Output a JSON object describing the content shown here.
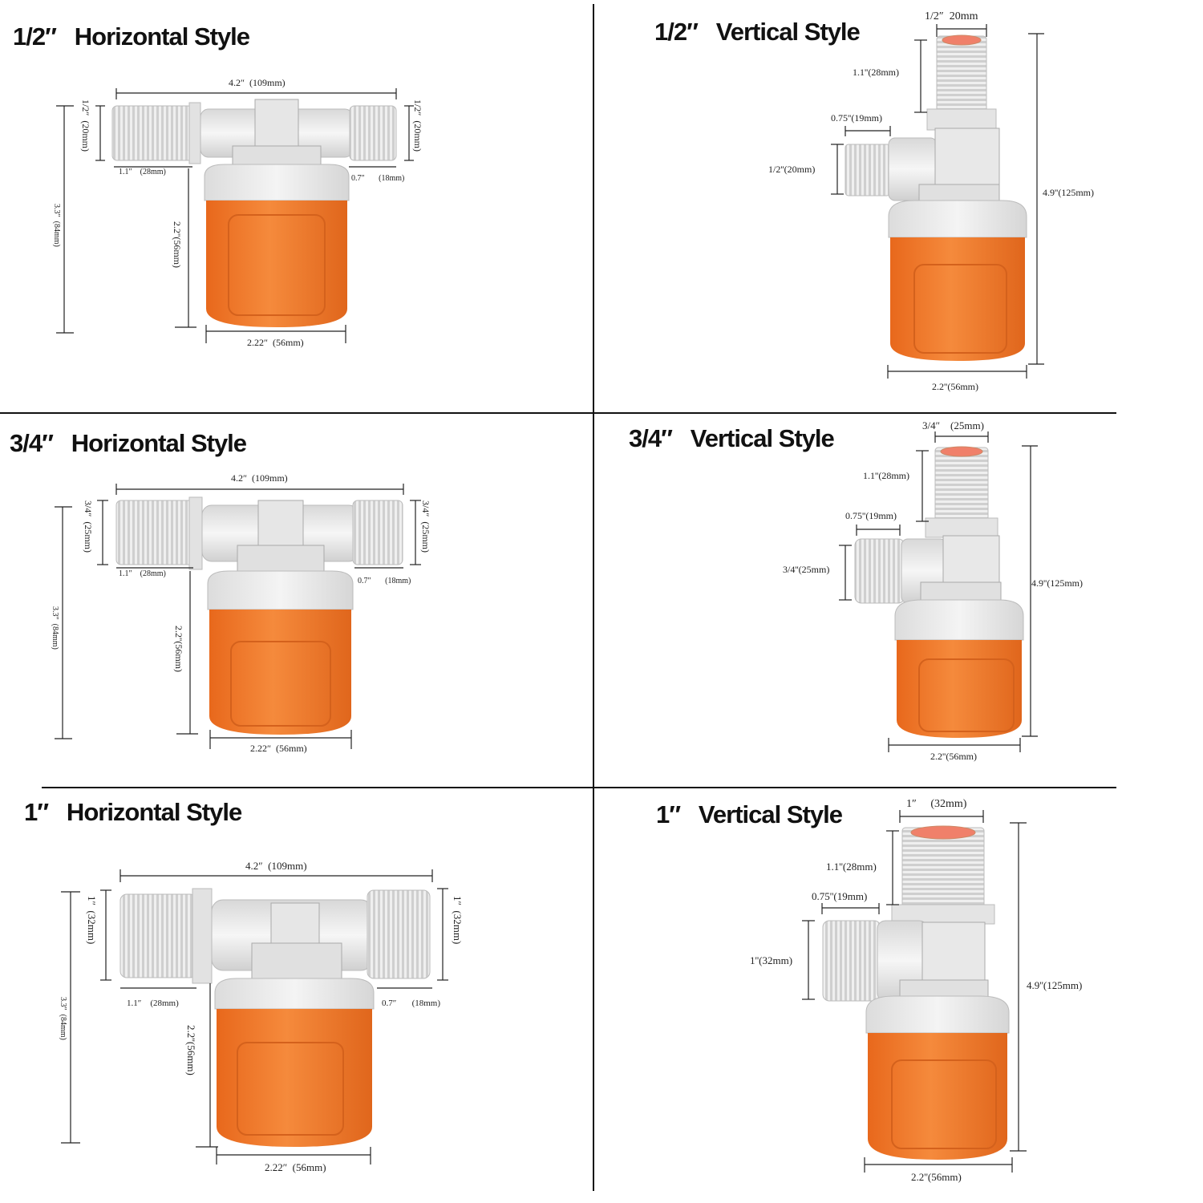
{
  "colors": {
    "orange": "#f07a2a",
    "orange_dark": "#d9621a",
    "white_part": "#e8e8e8",
    "cap": "#f3f3f3",
    "inner_red": "#f0806a",
    "line": "#111111"
  },
  "panels": {
    "h12": {
      "title": "1/2″   Horizontal Style",
      "length": "4.2″  (109mm)",
      "left_size": "1/2″  (20mm)",
      "right_size": "1/2″  (20mm)",
      "left_thread": "1.1″    (28mm)",
      "right_thread": "0.7″       (18mm)",
      "height": "3.3″  (84mm)",
      "float_height": "2.2''(56mm)",
      "float_width": "2.22″  (56mm)"
    },
    "v12": {
      "title": "1/2″   Vertical Style",
      "top_size": "1/2″  20mm",
      "top_thread": "1.1''(28mm)",
      "side_thread": "0.75''(19mm)",
      "side_size": "1/2''(20mm)",
      "height": "4.9''(125mm)",
      "float_width": "2.2''(56mm)"
    },
    "h34": {
      "title": "3/4″   Horizontal Style",
      "length": "4.2″  (109mm)",
      "left_size": "3/4″  (25mm)",
      "right_size": "3/4″  (25mm)",
      "left_thread": "1.1″    (28mm)",
      "right_thread": "0.7″       (18mm)",
      "height": "3.3″  (84mm)",
      "float_height": "2.2''(56mm)",
      "float_width": "2.22″  (56mm)"
    },
    "v34": {
      "title": "3/4″   Vertical Style",
      "top_size": "3/4″    (25mm)",
      "top_thread": "1.1''(28mm)",
      "side_thread": "0.75''(19mm)",
      "side_size": "3/4''(25mm)",
      "height": "4.9''(125mm)",
      "float_width": "2.2''(56mm)"
    },
    "h1": {
      "title": "1″   Horizontal Style",
      "length": "4.2″  (109mm)",
      "left_size": "1″  (32mm)",
      "right_size": "1″  (32mm)",
      "left_thread": "1.1″    (28mm)",
      "right_thread": "0.7″       (18mm)",
      "height": "3.3″  (84mm)",
      "float_height": "2.2''(56mm)",
      "float_width": "2.22″  (56mm)"
    },
    "v1": {
      "title": "1″   Vertical Style",
      "top_size": "1″     (32mm)",
      "top_thread": "1.1''(28mm)",
      "side_thread": "0.75''(19mm)",
      "side_size": "1''(32mm)",
      "height": "4.9''(125mm)",
      "float_width": "2.2''(56mm)"
    }
  }
}
